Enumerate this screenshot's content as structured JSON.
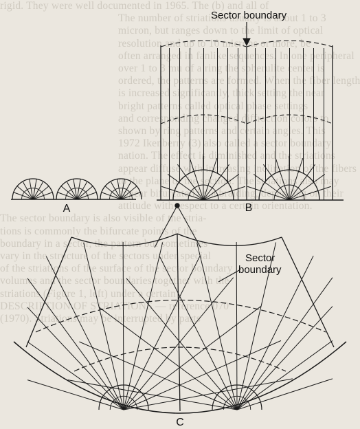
{
  "background_text": [
    "rigid. They were well documented in 1965. The (b) and all of",
    "The number of striations usually is about 1 to 3",
    "micron, but ranges down to the limit of optical",
    "resolution and up to 10 microns or more, be",
    "often arranged in fanlike sequences. In one peripheral",
    "over 1 to 3 mu of a ring the spherulite center is",
    "ordered, the patterns are formed. When the fiber lengths",
    "is increased significantly, thick setting the near",
    "bright patterns called optical phase settings",
    "and corresponding changed diffraction colors to",
    "shown by ring patterns and certain angles. This",
    "1972 Ikenberry (3) also called a sector boundary",
    "nation. The effect is diminished and the striations",
    "appear diffuse with increasing inclination of the fibers",
    "to the plane of the section. The striations also may",
    "appear bifurcated by a braiding, depending on their",
    "attitude with respect to a certain orientation.",
    "The sector boundary is also visible of the stria-",
    "tions is commonly the bifurcate points of the",
    "boundary in a sector, the pattern but sometimes",
    "vary in the structure of the sectors under special",
    "of the striations of the surface of the sector boundary",
    "volumes and the sector boundaries together with the",
    "striations (Figure 1, left) under a certain",
    "DESCRIPTION OF STRIATIONS — reference 070",
    "(1970). Striations may be interrupted by parts"
  ],
  "labels": {
    "top_sector_boundary": "Sector boundary",
    "middle_sector_boundary_line1": "Sector",
    "middle_sector_boundary_line2": "boundary",
    "panel_a": "A",
    "panel_b": "B",
    "panel_c": "C"
  },
  "colors": {
    "ink": "#1a1a1a",
    "paper": "#ebe7df",
    "faint_text": "#cfcac0"
  }
}
